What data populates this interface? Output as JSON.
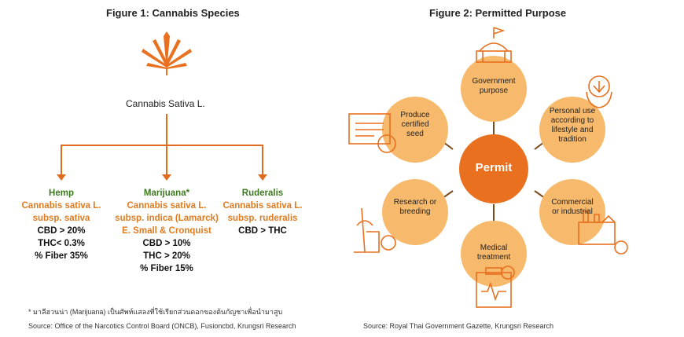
{
  "figure1": {
    "title": "Figure 1: Cannabis Species",
    "main_label": "Cannabis Sativa L.",
    "species": [
      {
        "name": "Hemp",
        "name_color": "#3d7a1f",
        "subtitle_lines": [
          "Cannabis sativa L.",
          "subsp. sativa"
        ],
        "stats": [
          "CBD > 20%",
          "THC< 0.3%",
          "% Fiber 35%"
        ]
      },
      {
        "name": "Marijuana*",
        "name_color": "#3d7a1f",
        "subtitle_lines": [
          "Cannabis sativa L.",
          "subsp. indica (Lamarck)",
          "E. Small & Cronquist"
        ],
        "stats": [
          "CBD > 10%",
          "THC > 20%",
          "% Fiber 15%"
        ]
      },
      {
        "name": "Ruderalis",
        "name_color": "#3d7a1f",
        "subtitle_lines": [
          "Cannabis sativa L.",
          "subsp. ruderalis"
        ],
        "stats": [
          "CBD > THC"
        ]
      }
    ],
    "footnote": "* มาลีฮวนน่า (Marijuana) เป็นศัพท์แสลงที่ใช้เรียกส่วนดอกของต้นกัญชาเพื่อนำมาสูบ",
    "source": "Source: Office of the Narcotics Control Board (ONCB), Fusioncbd, Krungsri Research"
  },
  "figure2": {
    "title": "Figure 2: Permitted Purpose",
    "center_label": "Permit",
    "purposes": [
      {
        "lines": [
          "Government",
          "purpose"
        ]
      },
      {
        "lines": [
          "Personal use",
          "according to",
          "lifestyle and",
          "tradition"
        ]
      },
      {
        "lines": [
          "Commercial",
          "or industrial"
        ]
      },
      {
        "lines": [
          "Medical",
          "treatment"
        ]
      },
      {
        "lines": [
          "Research or",
          "breeding"
        ]
      },
      {
        "lines": [
          "Produce",
          "certified",
          "seed"
        ]
      }
    ],
    "source": "Source: Royal Thai Government Gazette, Krungsri Research"
  },
  "colors": {
    "accent_orange": "#e8701e",
    "light_orange": "#f7b96b",
    "center_orange": "#e8701e",
    "green": "#3d7a1f"
  }
}
